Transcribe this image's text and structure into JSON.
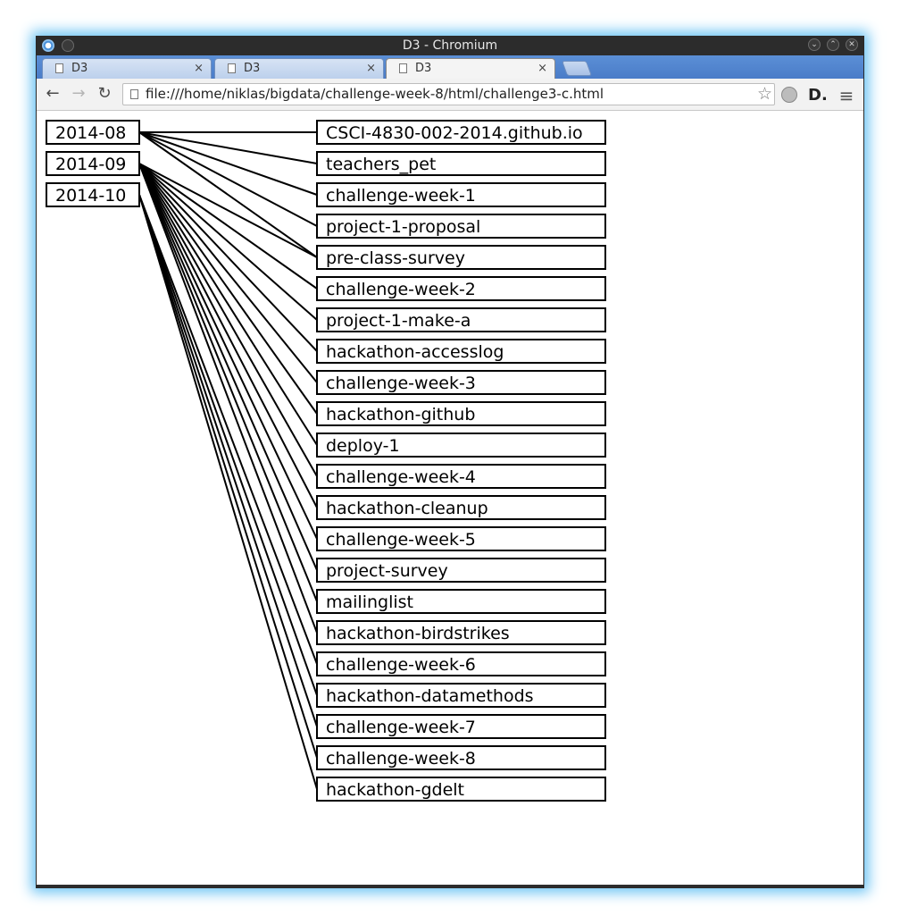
{
  "window": {
    "title": "D3 - Chromium",
    "controls": [
      "chevron-down-icon",
      "chevron-up-icon",
      "close-icon"
    ]
  },
  "tabs": [
    {
      "label": "D3",
      "close": "×",
      "active": false
    },
    {
      "label": "D3",
      "close": "×",
      "active": false
    },
    {
      "label": "D3",
      "close": "×",
      "active": true
    }
  ],
  "toolbar": {
    "back_icon": "←",
    "forward_icon": "→",
    "reload_icon": "↻",
    "url": "file:///home/niklas/bigdata/challenge-week-8/html/challenge3-c.html",
    "star_icon": "☆",
    "ext_icon": "ⓘ",
    "ext_d_icon": "D.",
    "menu_icon": "≡"
  },
  "graph": {
    "months": [
      "2014-08",
      "2014-09",
      "2014-10"
    ],
    "repos": [
      "CSCI-4830-002-2014.github.io",
      "teachers_pet",
      "challenge-week-1",
      "project-1-proposal",
      "pre-class-survey",
      "challenge-week-2",
      "project-1-make-a",
      "hackathon-accesslog",
      "challenge-week-3",
      "hackathon-github",
      "deploy-1",
      "challenge-week-4",
      "hackathon-cleanup",
      "challenge-week-5",
      "project-survey",
      "mailinglist",
      "hackathon-birdstrikes",
      "challenge-week-6",
      "hackathon-datamethods",
      "challenge-week-7",
      "challenge-week-8",
      "hackathon-gdelt"
    ],
    "links": [
      [
        0,
        0
      ],
      [
        0,
        1
      ],
      [
        0,
        2
      ],
      [
        0,
        3
      ],
      [
        0,
        4
      ],
      [
        1,
        4
      ],
      [
        1,
        5
      ],
      [
        1,
        6
      ],
      [
        1,
        7
      ],
      [
        1,
        8
      ],
      [
        1,
        9
      ],
      [
        1,
        10
      ],
      [
        1,
        11
      ],
      [
        1,
        12
      ],
      [
        1,
        13
      ],
      [
        1,
        14
      ],
      [
        1,
        15
      ],
      [
        1,
        16
      ],
      [
        2,
        17
      ],
      [
        2,
        18
      ],
      [
        2,
        19
      ],
      [
        2,
        20
      ],
      [
        2,
        21
      ]
    ]
  }
}
